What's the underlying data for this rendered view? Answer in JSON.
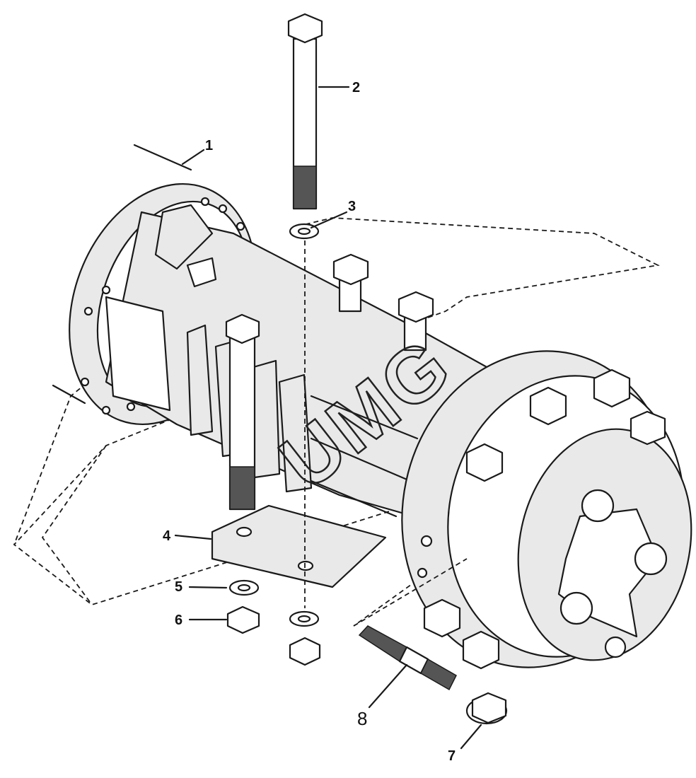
{
  "diagram": {
    "callouts": [
      "1",
      "2",
      "3",
      "4",
      "5",
      "6",
      "7",
      "8"
    ],
    "watermark": "UMG"
  }
}
